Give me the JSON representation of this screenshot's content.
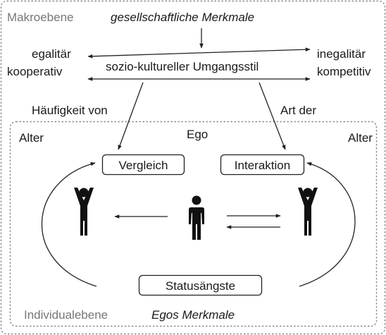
{
  "macro": {
    "label": "Makroebene",
    "features": "gesellschaftliche Merkmale"
  },
  "style": {
    "left_top": "egalitär",
    "left_bottom": "kooperativ",
    "center": "sozio-kultureller Umgangsstil",
    "right_top": "inegalitär",
    "right_bottom": "kompetitiv"
  },
  "links": {
    "left": "Häufigkeit von",
    "right": "Art der"
  },
  "individual": {
    "alter_left": "Alter",
    "ego": "Ego",
    "alter_right": "Alter",
    "comparison": "Vergleich",
    "interaction": "Interaktion",
    "status": "Statusängste",
    "label": "Individualebene",
    "features": "Egos Merkmale"
  }
}
